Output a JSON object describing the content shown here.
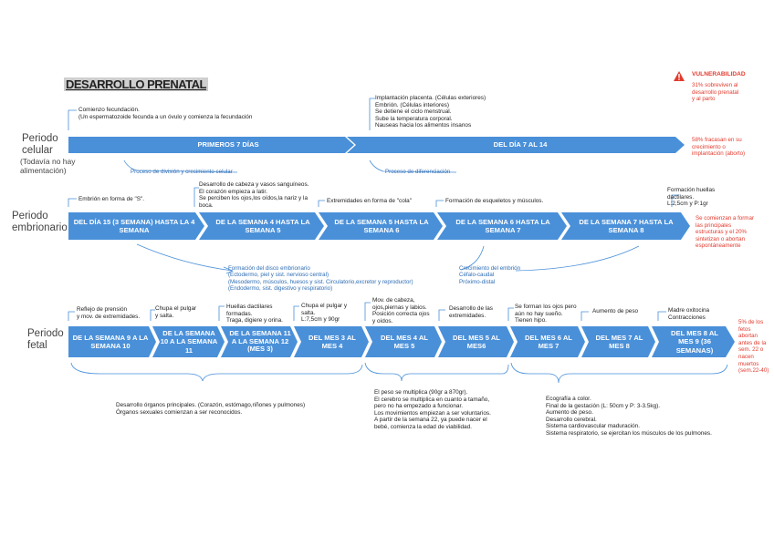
{
  "title": "DESARROLLO PRENATAL",
  "colors": {
    "arrow": "#4a90d9",
    "accent_red": "#e23b2e",
    "note_blue": "#2e6db4"
  },
  "vulnerability": {
    "icon": "warning-icon",
    "title": "VULNERABILIDAD",
    "text": [
      "31% sobreviven al",
      "desarrollo prenatal",
      "y al parto"
    ]
  },
  "celular": {
    "label": "Periodo\ncelular",
    "sublabel": "(Todavía no hay\nalimentación)",
    "segments": [
      "PRIMEROS 7 DÍAS",
      "DEL DÍA 7 AL 14"
    ],
    "note_above_1": [
      "Comienzo fecundación.",
      "(Un espermatozoide fecunda a un óvulo y comienza la fecundación"
    ],
    "note_above_2": [
      "Implantación placenta. (Células exteriores)",
      "Embrión. (Células interiores)",
      "Se detiene el ciclo menstrual.",
      "Sube la temperatura corporal.",
      "Nauseas hacia los alimentos insanos"
    ],
    "note_below_1": "Proceso de división y crecimiento celular",
    "note_below_2": "Proceso de diferenciación",
    "risk": [
      "58% fracasan en su",
      "crecimiento o",
      "implantación (aborto)"
    ]
  },
  "embrionario": {
    "label": "Periodo\nembrionario",
    "segments": [
      "DEL DÍA 15 (3 SEMANA) HASTA LA 4  SEMANA",
      "DE LA SEMANA 4 HASTA LA SEMANA 5",
      "DE LA SEMANA 5 HASTA LA SEMANA 6",
      "DE LA SEMANA 6 HASTA LA SEMANA 7",
      "DE LA SEMANA 7  HASTA LA SEMANA 8"
    ],
    "note_1": [
      "Embrión en forma de \"S\"."
    ],
    "note_2": [
      "Desarrollo de cabeza y vasos sanguíneos.",
      "El corazón empieza a latir.",
      "Se perciben los ojos,los oídos,la nariz y la",
      "boca."
    ],
    "note_3": [
      "Extremidades en forma de \"cola\""
    ],
    "note_4": [
      "Formación de esqueletos y músculos."
    ],
    "note_5": [
      "Formación huellas",
      "dactilares.",
      "L:2,5cm y P:1gr"
    ],
    "note_below_1": [
      "Formación del disco embrionario",
      "(Ectodermo, piel y sist. nervioso central)",
      "(Mesodermo, músculos, huesos y sist. Circulatorio,excretor y reproductor)",
      "(Endodermo, sist. digestivo y respiratorio)"
    ],
    "note_below_2": [
      "Crecimiento del embrión",
      "Céfalo-caudal",
      "Próximo-distal"
    ],
    "risk": [
      "Se comienzan a formar",
      "las principales",
      "estructuras y el 20%",
      "sintetizan o abortan",
      "espontáneamente"
    ]
  },
  "fetal": {
    "label": "Periodo\nfetal",
    "segments": [
      "DE LA SEMANA 9 A LA SEMANA 10",
      "DE LA SEMANA 10 A LA SEMANA 11",
      "DE LA SEMANA 11 A LA SEMANA 12 (MES 3)",
      "DEL MES 3 AL MES 4",
      "DEL MES 4 AL MES 5",
      "DEL MES 5 AL MES6",
      "DEL MES 6 AL MES 7",
      "DEL MES 7 AL MES 8",
      "DEL MES 8 AL MES 9 (36 SEMANAS)"
    ],
    "note_1": [
      "Reflejo de prensión",
      "y mov. de extremidades."
    ],
    "note_2": [
      "Chupa el pulgar",
      "y salta."
    ],
    "note_3": [
      "Huellas dactilares",
      "formadas.",
      "Traga, digiere y orina."
    ],
    "note_4": [
      "Chupa el pulgar y",
      "salta.",
      "L:7,5cm y 90gr"
    ],
    "note_5": [
      "Mov. de cabeza,",
      "ojos,piernas y labios.",
      "Posición correcta ojos",
      "y oídos."
    ],
    "note_6": [
      "Desarrollo de las",
      "extremidades."
    ],
    "note_7": [
      "Se forman los ojos pero",
      "aún no hay sueño.",
      "Tienen hipo."
    ],
    "note_8": [
      "Aumento de peso"
    ],
    "note_9": [
      "Madre oxitocina",
      "Contracciones"
    ],
    "bottom_1": [
      "Desarrollo órganos principales. (Corazón, estómago,riñones y pulmones)",
      "Órganos sexuales comienzan a ser reconocidos."
    ],
    "bottom_2": [
      "El peso se multiplica (90gr a 870gr).",
      "El cerebro se multiplica en cuanto a tamaño,",
      "pero no ha empezado a funcionar.",
      "Los movimientos empiezan a ser voluntarios.",
      "A partir de la semana 22, ya puede nacer el",
      "bebé, comienza la edad de viabilidad."
    ],
    "bottom_3": [
      "Ecografía a color.",
      "Final de la gestación (L: 50cm y P: 3-3.5kg).",
      "Aumento de peso.",
      "Desarrollo cerebral.",
      "Sistema cardiovascular maduración.",
      "Sistema respiratorio, se ejercitan los músculos de los pulmones."
    ],
    "risk": [
      "5% de los",
      "fetos",
      "abortan",
      "antes de la",
      "sem. 22 o",
      "nacen",
      "muertos",
      "(sem.22-40)"
    ]
  }
}
